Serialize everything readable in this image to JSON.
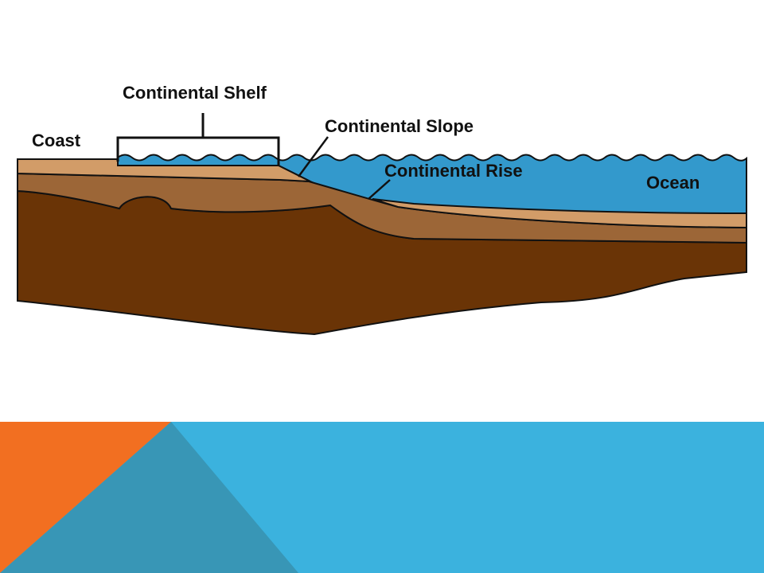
{
  "diagram": {
    "labels": {
      "coast": "Coast",
      "continental_shelf": "Continental Shelf",
      "continental_slope": "Continental Slope",
      "continental_rise": "Continental Rise",
      "ocean": "Ocean"
    },
    "colors": {
      "ocean_water": "#3399cc",
      "sediment_top": "#d29c68",
      "sediment_middle": "#9c6637",
      "bedrock": "#6a3406",
      "outline": "#111111"
    }
  },
  "footer": {
    "colors": {
      "orange": "#f26f21",
      "teal": "#3896b6",
      "sky_blue": "#3bb2de"
    }
  }
}
